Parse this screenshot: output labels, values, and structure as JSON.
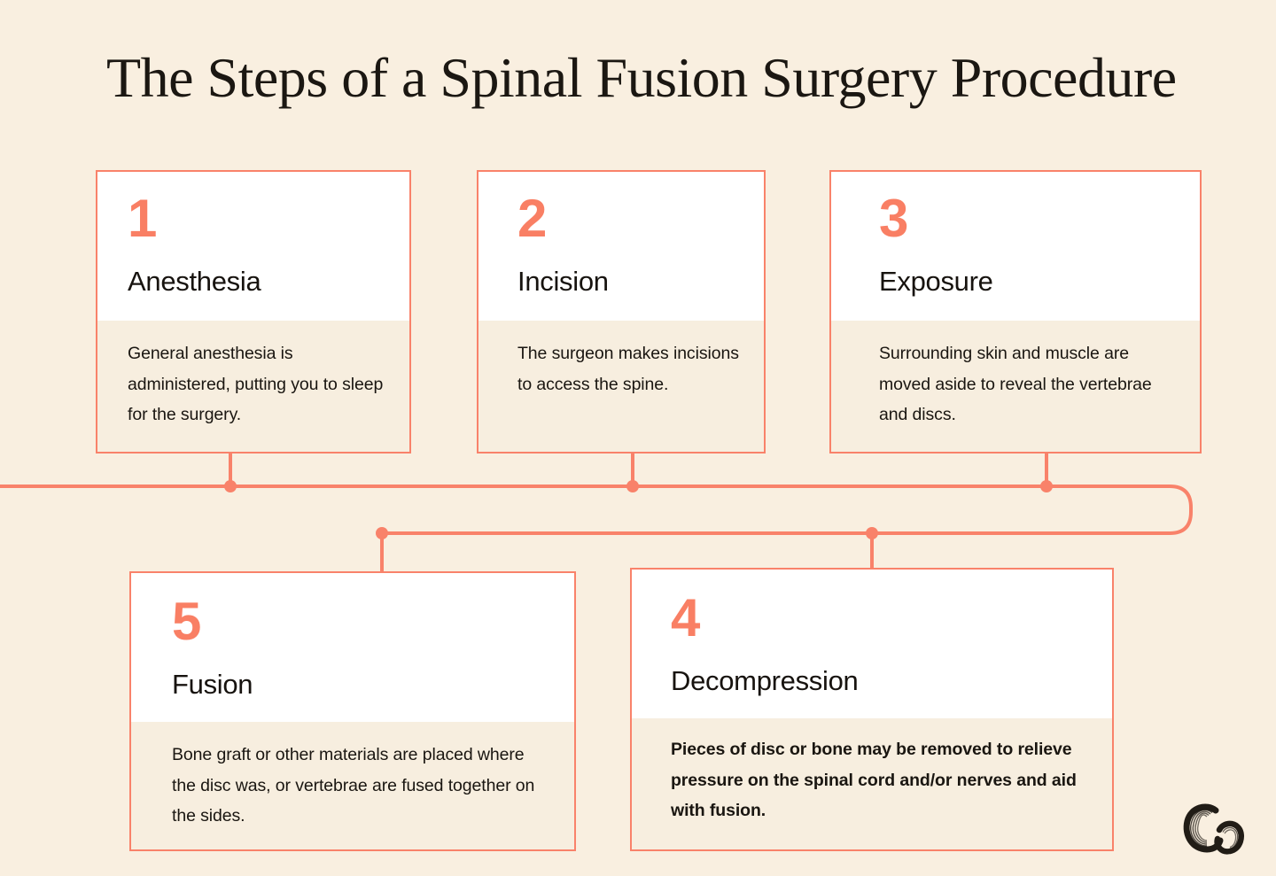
{
  "page": {
    "title": "The Steps of a Spinal Fusion Surgery Procedure",
    "background_color": "#f9efe0",
    "accent_color": "#f9826a",
    "text_color": "#1b1712",
    "card_head_color": "#ffffff",
    "card_body_color": "#f7eedf"
  },
  "steps": [
    {
      "number": "1",
      "title": "Anesthesia",
      "body": "General anesthesia is administered, putting you to sleep for the surgery.",
      "bold_body": false
    },
    {
      "number": "2",
      "title": "Incision",
      "body": "The surgeon makes incisions to access the spine.",
      "bold_body": false
    },
    {
      "number": "3",
      "title": "Exposure",
      "body": "Surrounding skin and muscle are moved aside to reveal the vertebrae and discs.",
      "bold_body": false
    },
    {
      "number": "4",
      "title": "Decompression",
      "body": "Pieces of disc or bone may be removed to relieve pressure on the spinal cord and/or nerves and aid with fusion.",
      "bold_body": true
    },
    {
      "number": "5",
      "title": "Fusion",
      "body": "Bone graft or other materials are placed where the disc was, or vertebrae are fused together on the sides.",
      "bold_body": false
    }
  ],
  "logo": {
    "name": "co-monogram-logo",
    "letters": "Co"
  }
}
